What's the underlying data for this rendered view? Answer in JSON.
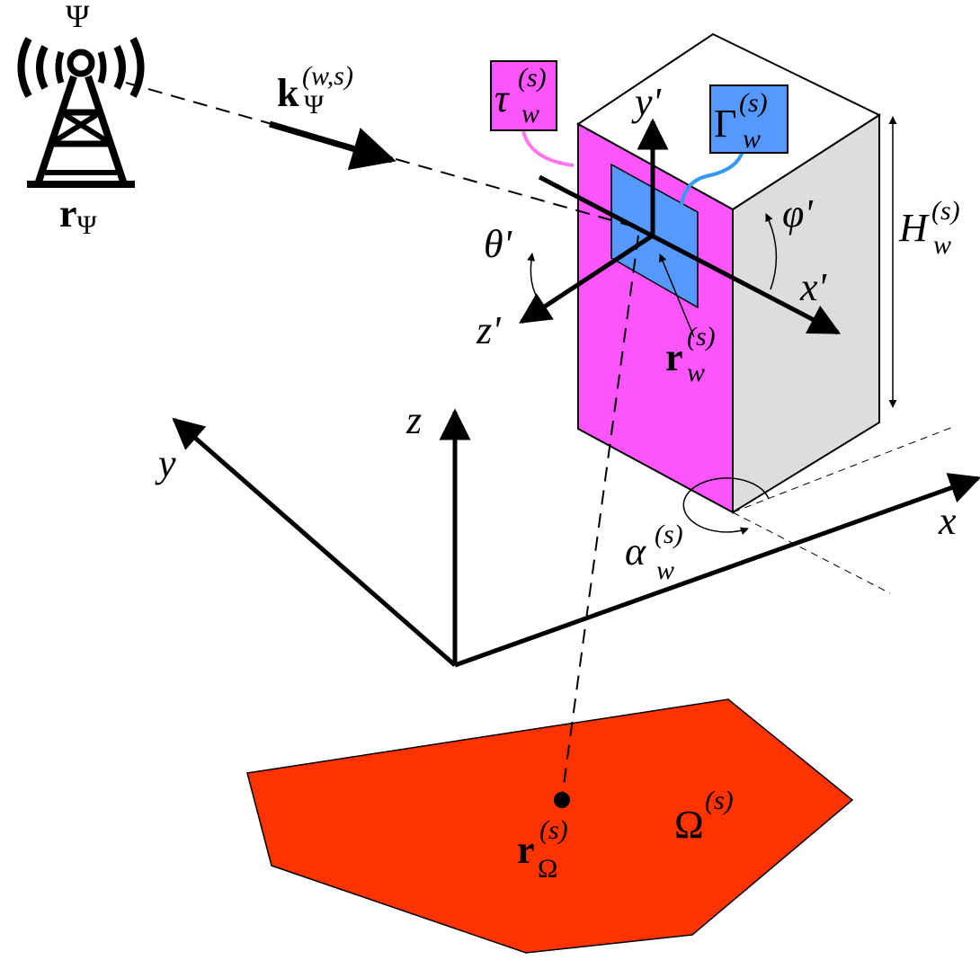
{
  "transmitter": {
    "symbol": "Ψ",
    "position_label": "r",
    "position_sub": "Ψ"
  },
  "wave_vector": {
    "base": "k",
    "sub": "Ψ",
    "sup": "(w,s)"
  },
  "tau": {
    "base": "τ",
    "sub": "w",
    "sup": "(s)"
  },
  "gamma": {
    "base": "Γ",
    "sub": "w",
    "sup": "(s)"
  },
  "height": {
    "base": "H",
    "sub": "w",
    "sup": "(s)"
  },
  "r_w": {
    "base": "r",
    "sub": "w",
    "sup": "(s)"
  },
  "alpha": {
    "base": "α",
    "sub": "w",
    "sup": "(s)"
  },
  "omega_region": {
    "base": "Ω",
    "sup": "(s)"
  },
  "r_omega": {
    "base": "r",
    "sub": "Ω",
    "sup": "(s)"
  },
  "local_axes": {
    "x": "x'",
    "y": "y'",
    "z": "z'",
    "theta": "θ'",
    "phi": "φ'"
  },
  "global_axes": {
    "x": "x",
    "y": "y",
    "z": "z"
  },
  "colors": {
    "magenta_face": "#ff55ff",
    "blue_patch": "#5599ff",
    "gray_face": "#dddddd",
    "ground_region": "#ff3300",
    "tau_connector": "#ff77ee",
    "gamma_connector": "#3399ee"
  }
}
